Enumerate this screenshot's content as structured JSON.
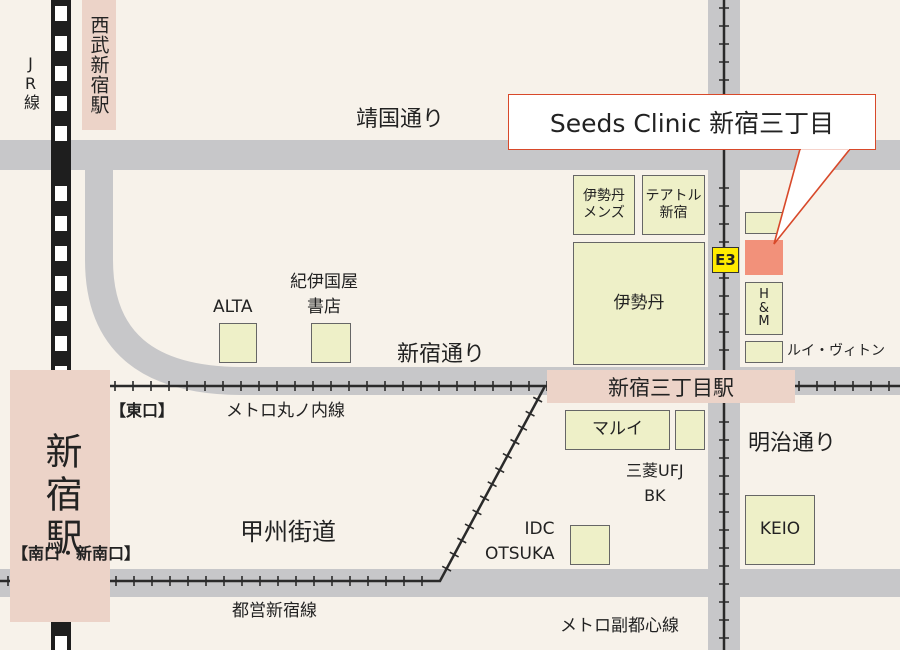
{
  "colors": {
    "background": "#f7f2ea",
    "road": "#c7c7c9",
    "building_fill": "#eef0c8",
    "station_fill": "#ecd3c8",
    "clinic_fill": "#f2917a",
    "callout_border": "#d8492a",
    "exit_badge": "#ffeb00",
    "rail": "#222222"
  },
  "callout": {
    "text": "Seeds Clinic 新宿三丁目"
  },
  "roads": {
    "yasukuni": "靖国通り",
    "shinjuku": "新宿通り",
    "meiji": "明治通り",
    "koshu": "甲州街道"
  },
  "rail_lines": {
    "jr": "JR線",
    "marunouchi": "メトロ丸ノ内線",
    "toei_shinjuku": "都営新宿線",
    "fukutoshin": "メトロ副都心線"
  },
  "stations": {
    "seibu_shinjuku": "西武新宿駅",
    "shinjuku": "新宿駅",
    "shinjuku_sanchome": "新宿三丁目駅"
  },
  "exits": {
    "east": "【東口】",
    "south": "【南口・新南口】",
    "e3": "E3"
  },
  "buildings": {
    "alta": "ALTA",
    "kinokuniya": "紀伊国屋\n書店",
    "isetan_mens": "伊勢丹\nメンズ",
    "theatre": "テアトル\n新宿",
    "isetan": "伊勢丹",
    "hm": "H\n&\nM",
    "louis_vuitton": "ルイ・ヴィトン",
    "marui": "マルイ",
    "mufg": "三菱UFJ\nBK",
    "idc": "IDC\nOTSUKA",
    "keio": "KEIO"
  }
}
